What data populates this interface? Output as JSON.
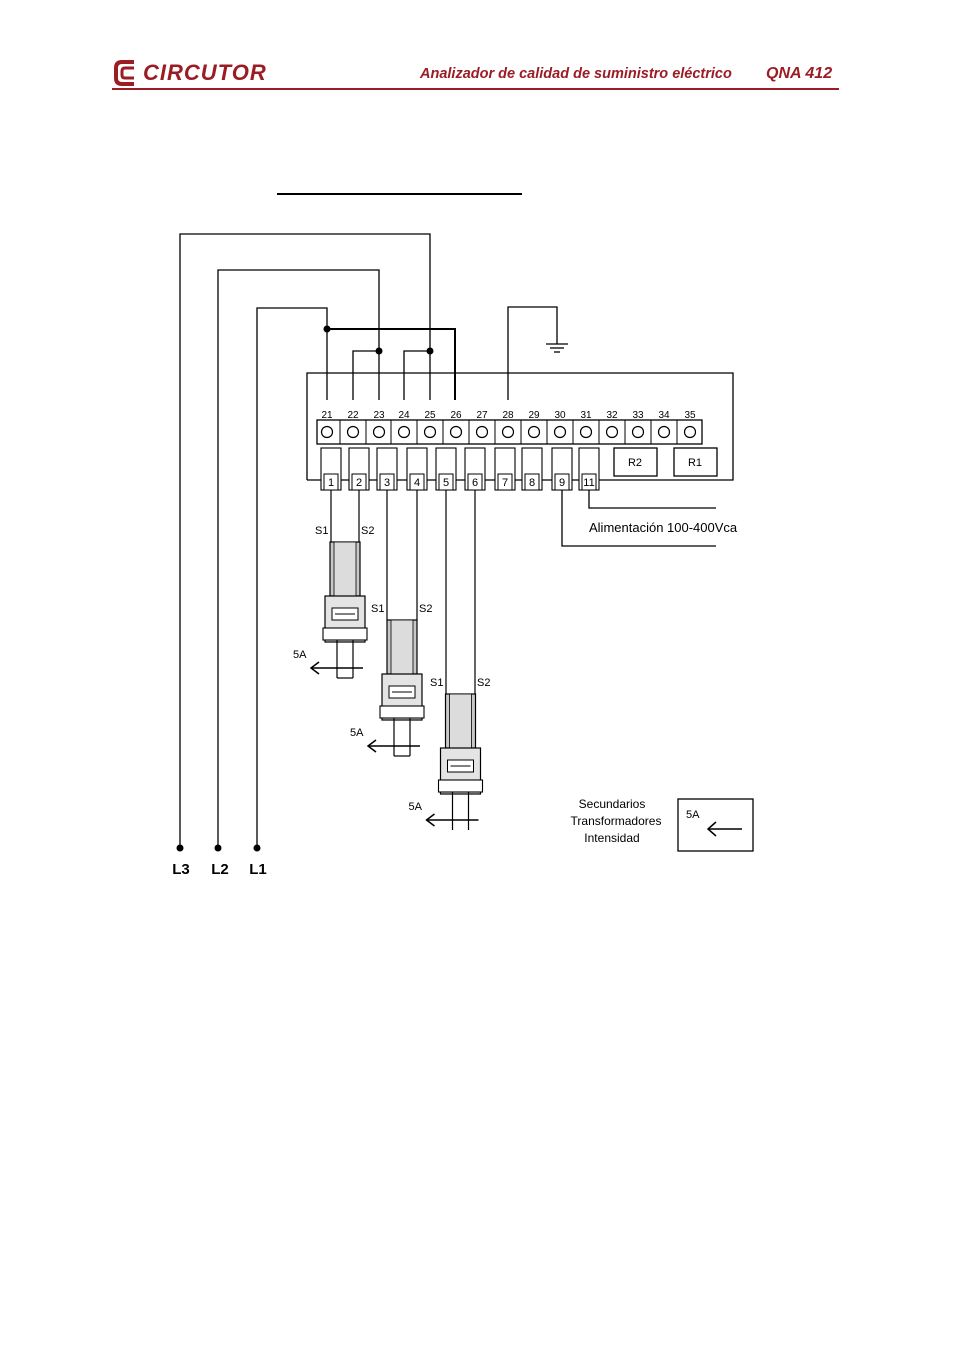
{
  "header": {
    "brand": "CIRCUTOR",
    "title": "Analizador de calidad de suministro eléctrico",
    "model": "QNA 412"
  },
  "diagram": {
    "top_terminals": [
      "21",
      "22",
      "23",
      "24",
      "25",
      "26",
      "27",
      "28",
      "29",
      "30",
      "31",
      "32",
      "33",
      "34",
      "35"
    ],
    "bottom_terminals": [
      "1",
      "2",
      "3",
      "4",
      "5",
      "6",
      "7",
      "8",
      "9",
      "11"
    ],
    "relays": [
      "R2",
      "R1"
    ],
    "ct_labels": {
      "s1": "S1",
      "s2": "S2",
      "rating": "5A"
    },
    "power_label": "Alimentación 100-400Vca",
    "lines": [
      "L3",
      "L2",
      "L1"
    ],
    "legend": {
      "line1": "Secundarios",
      "line2": "Transformadores",
      "line3": "Intensidad",
      "rating": "5A"
    }
  }
}
